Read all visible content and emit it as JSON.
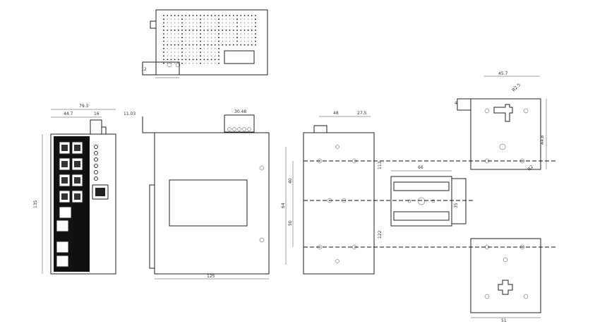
{
  "dimensions": {
    "top_depth": "12",
    "top_bottom": "",
    "front_width": "79.3",
    "front_half": "44.7",
    "front_rail": "16",
    "front_top": "11.03",
    "front_height": "135",
    "side_depth": "125",
    "side_terminal": "30.48",
    "rear_top_a": "48",
    "rear_top_b": "27.5",
    "rear_v1": "113",
    "rear_v2": "40",
    "rear_v3": "50",
    "rear_v4": "64",
    "rear_v5": "122",
    "rail_width": "66",
    "rail_height": "35",
    "bracket_top": "45.7",
    "bracket_hole": "R2.5",
    "bracket_side": "44.8",
    "bracket_note": "4",
    "bracket_hole2": "R2",
    "lower_bracket_width": "51"
  },
  "colors": {
    "stroke": "#222222",
    "background": "#ffffff"
  }
}
